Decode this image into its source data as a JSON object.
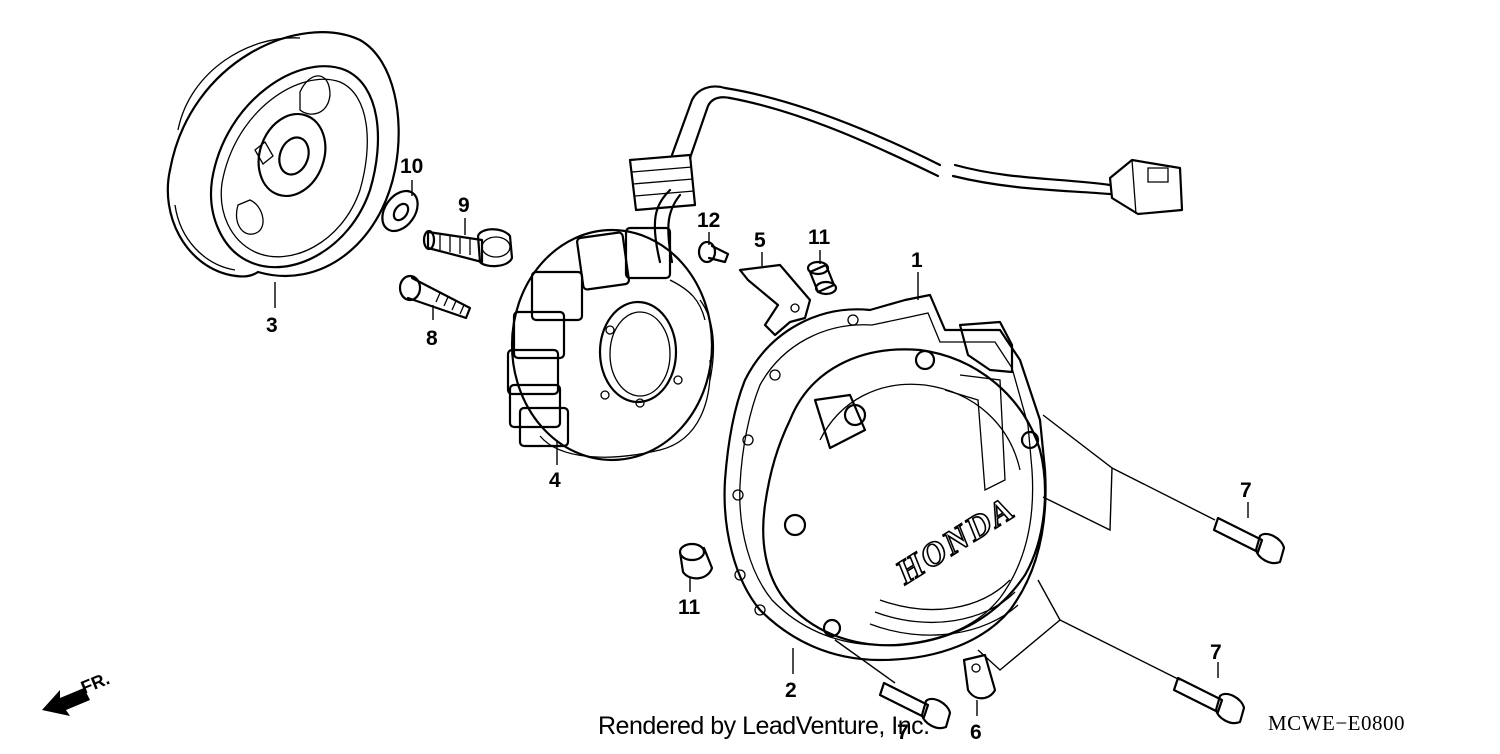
{
  "diagram": {
    "callouts": [
      {
        "id": "c1",
        "label": "1"
      },
      {
        "id": "c2",
        "label": "2"
      },
      {
        "id": "c3",
        "label": "3"
      },
      {
        "id": "c4",
        "label": "4"
      },
      {
        "id": "c5",
        "label": "5"
      },
      {
        "id": "c6",
        "label": "6"
      },
      {
        "id": "c7a",
        "label": "7"
      },
      {
        "id": "c7b",
        "label": "7"
      },
      {
        "id": "c7c",
        "label": "7"
      },
      {
        "id": "c8",
        "label": "8"
      },
      {
        "id": "c9",
        "label": "9"
      },
      {
        "id": "c10",
        "label": "10"
      },
      {
        "id": "c11a",
        "label": "11"
      },
      {
        "id": "c11b",
        "label": "11"
      },
      {
        "id": "c12",
        "label": "12"
      }
    ],
    "cover_brand": "HONDA",
    "direction_marker": "FR.",
    "credit": "Rendered by LeadVenture, Inc.",
    "code": "MCWE−E0800"
  }
}
